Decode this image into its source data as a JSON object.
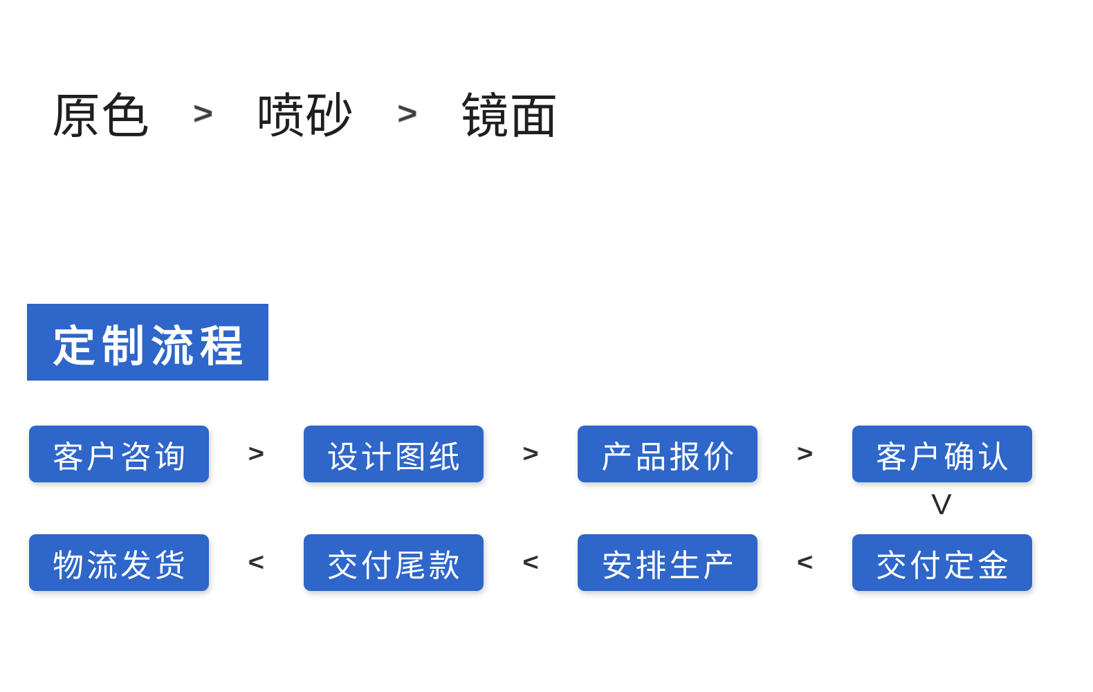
{
  "colors": {
    "accent_blue": "#2e66c9",
    "text_dark": "#1f1f1f",
    "arrow_dark": "#3c3c3c"
  },
  "finish_options": {
    "separator": ">",
    "items": [
      {
        "label": "原色"
      },
      {
        "label": "喷砂"
      },
      {
        "label": "镜面"
      }
    ]
  },
  "section_header": {
    "title": "定制流程"
  },
  "process_flow": {
    "row1": {
      "separator": ">",
      "steps": [
        "客户咨询",
        "设计图纸",
        "产品报价",
        "客户确认"
      ]
    },
    "connector": "V",
    "row2": {
      "separator": "<",
      "steps": [
        "物流发货",
        "交付尾款",
        "安排生产",
        "交付定金"
      ]
    }
  }
}
